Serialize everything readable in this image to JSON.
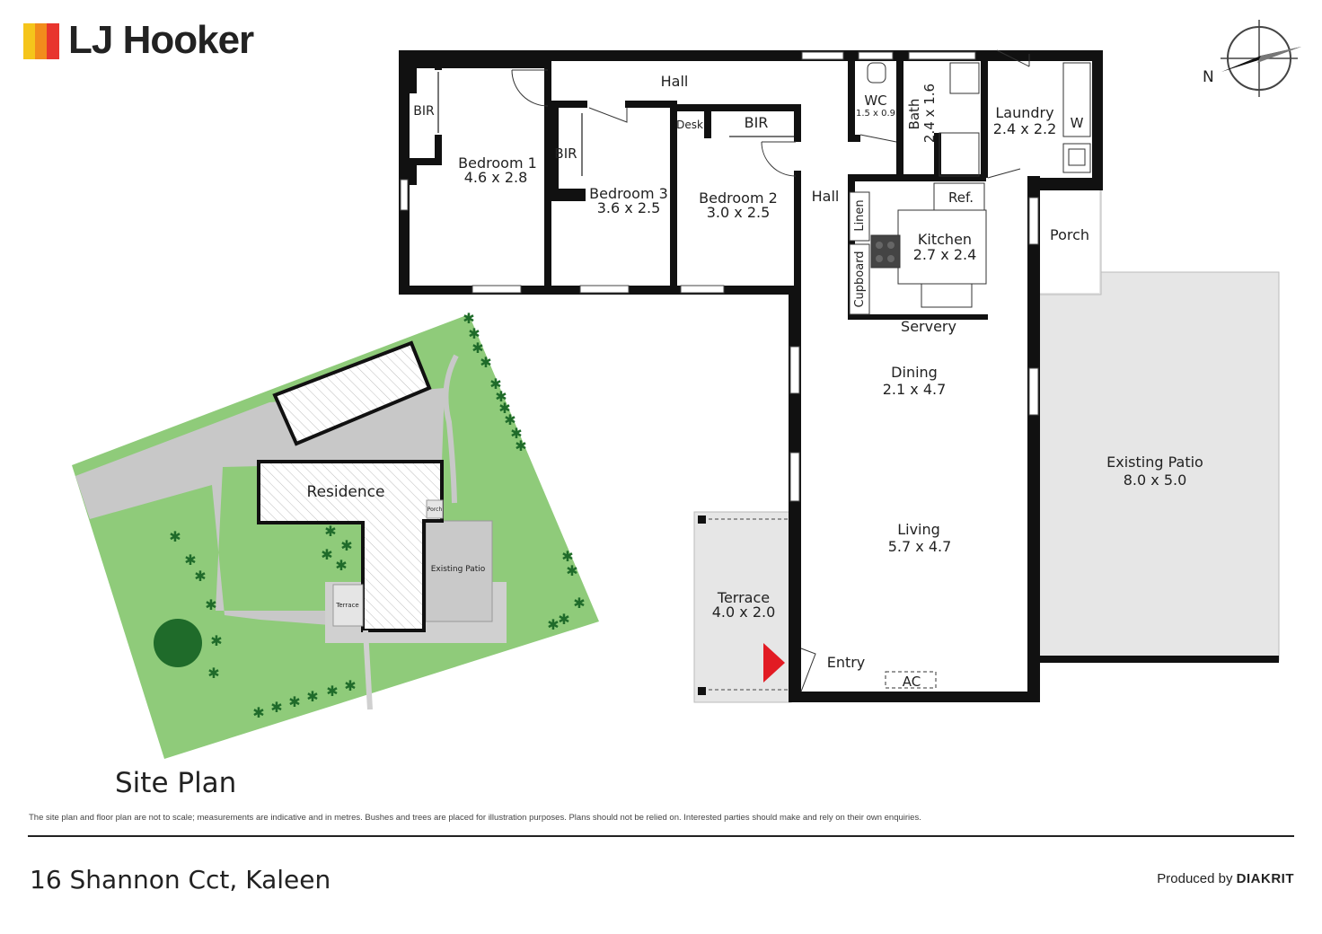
{
  "brand": {
    "name": "LJ Hooker",
    "bar_colors": [
      "#f5c51b",
      "#f28c1c",
      "#e8352e"
    ]
  },
  "compass": {
    "label": "N"
  },
  "rooms": {
    "hall_top": "Hall",
    "bir_1": "BIR",
    "bedroom1": {
      "name": "Bedroom 1",
      "size": "4.6 x 2.8"
    },
    "bir_3": "BIR",
    "bedroom3": {
      "name": "Bedroom 3",
      "size": "3.6 x 2.5"
    },
    "desk": "Desk",
    "bir_2": "BIR",
    "bedroom2": {
      "name": "Bedroom 2",
      "size": "3.0 x 2.5"
    },
    "hall_mid": "Hall",
    "wc": {
      "name": "WC",
      "size": "1.5 x 0.9"
    },
    "bath": {
      "name": "Bath",
      "size": "2.4 x 1.6"
    },
    "laundry": {
      "name": "Laundry",
      "size": "2.4 x 2.2"
    },
    "w": "W",
    "ref": "Ref.",
    "linen": "Linen",
    "cupboard": "Cupboard",
    "kitchen": {
      "name": "Kitchen",
      "size": "2.7 x 2.4"
    },
    "servery": "Servery",
    "porch": "Porch",
    "dining": {
      "name": "Dining",
      "size": "2.1 x 4.7"
    },
    "patio": {
      "name": "Existing Patio",
      "size": "8.0 x 5.0"
    },
    "living": {
      "name": "Living",
      "size": "5.7 x 4.7"
    },
    "terrace": {
      "name": "Terrace",
      "size": "4.0 x 2.0"
    },
    "entry": "Entry",
    "ac": "AC"
  },
  "site": {
    "residence": "Residence",
    "porch": "Porch",
    "patio": "Existing Patio",
    "terrace": "Terrace",
    "title": "Site Plan"
  },
  "footer": {
    "disclaimer": "The site plan and floor plan are not to scale; measurements are indicative and in metres. Bushes and trees are placed for illustration purposes. Plans should not be relied on. Interested parties should make and rely on their own enquiries.",
    "address": "16 Shannon Cct, Kaleen",
    "produced_by": "Produced by",
    "producer": "DIAKRIT"
  },
  "colors": {
    "wall": "#111111",
    "floor": "#ffffff",
    "outdoor": "#e6e6e6",
    "grass": "#8fcb7a",
    "driveway": "#c8c8c8",
    "shrub": "#1f6b2a",
    "entry_arrow": "#e21b23"
  }
}
